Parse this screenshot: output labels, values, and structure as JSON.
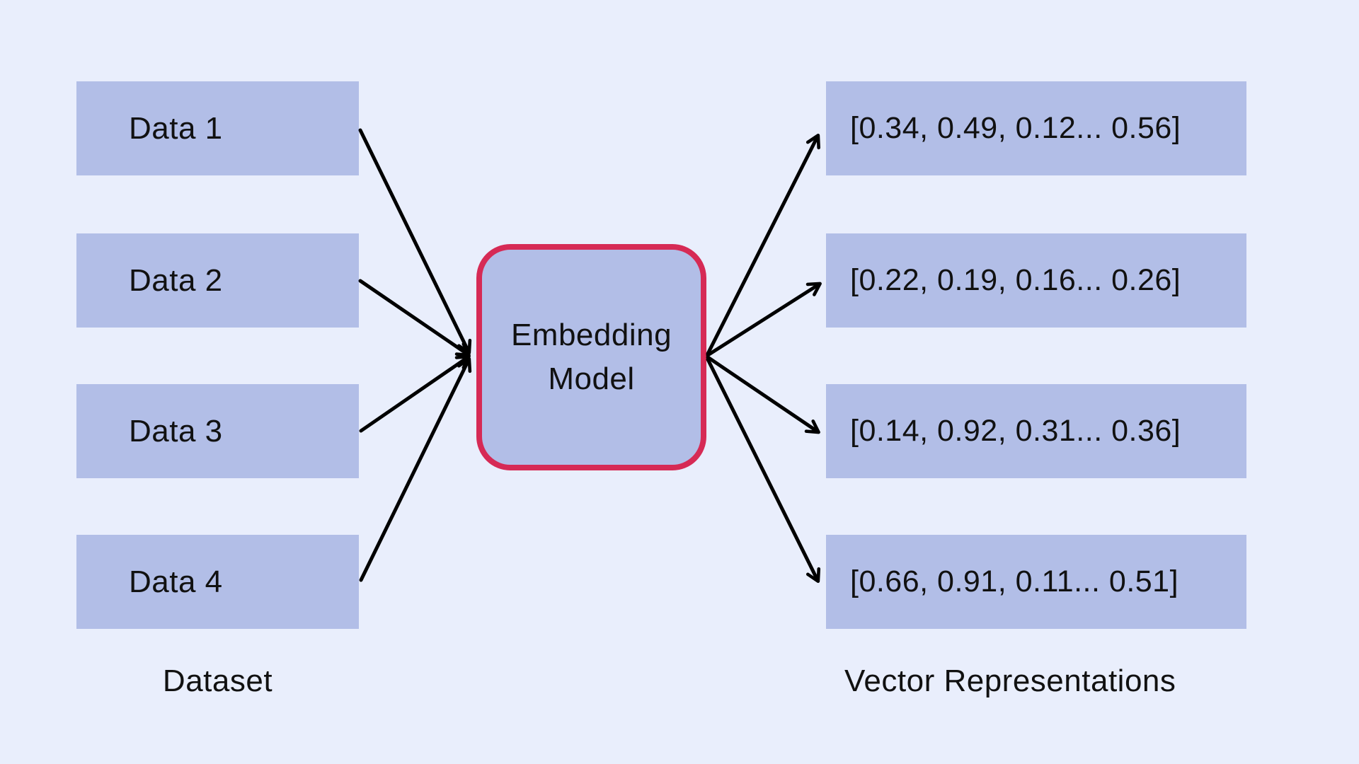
{
  "diagram": {
    "center_box": {
      "label": "Embedding Model"
    },
    "left_column": {
      "caption": "Dataset",
      "boxes": [
        {
          "label": "Data 1"
        },
        {
          "label": "Data 2"
        },
        {
          "label": "Data 3"
        },
        {
          "label": "Data 4"
        }
      ]
    },
    "right_column": {
      "caption": "Vector Representations",
      "boxes": [
        {
          "label": "[0.34, 0.49, 0.12... 0.56]"
        },
        {
          "label": "[0.22, 0.19, 0.16... 0.26]"
        },
        {
          "label": "[0.14, 0.92, 0.31... 0.36]"
        },
        {
          "label": "[0.66, 0.91, 0.11... 0.51]"
        }
      ]
    }
  },
  "colors": {
    "background": "#e9eefc",
    "box-fill": "#b2bee7",
    "center-border": "#d62a55",
    "arrow": "#000000",
    "text": "#111111"
  }
}
